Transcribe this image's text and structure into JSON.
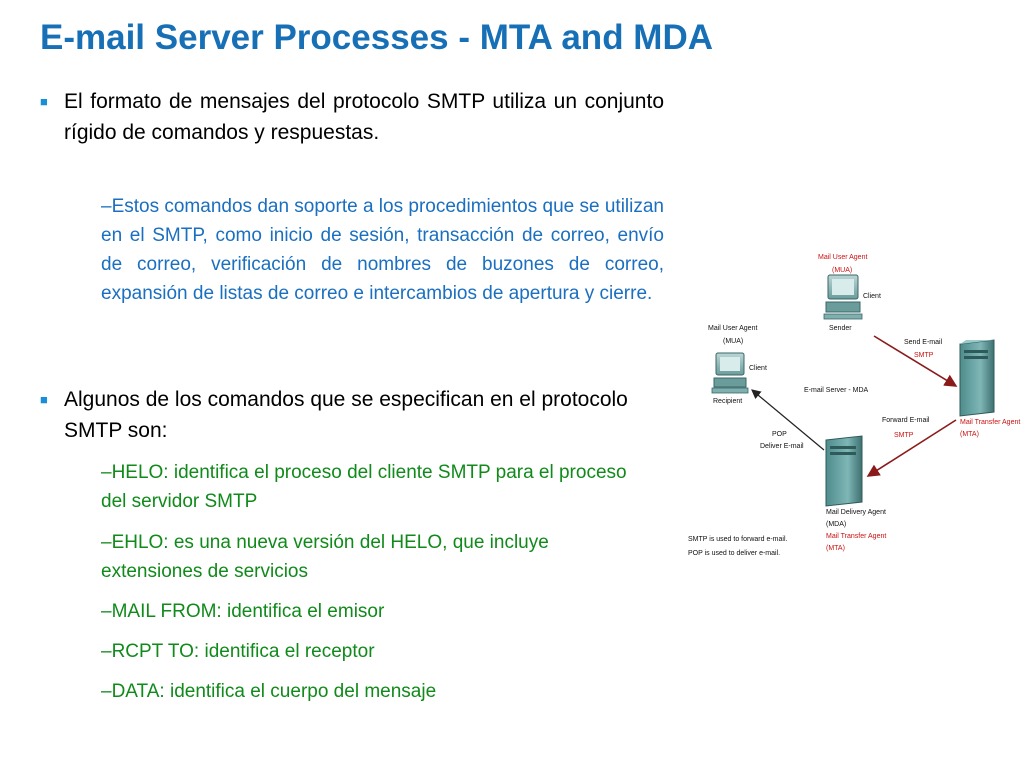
{
  "title": "E-mail Server Processes - MTA and MDA",
  "bullets": [
    {
      "text": "El formato de mensajes del protocolo SMTP utiliza un conjunto rígido de comandos y respuestas.",
      "sub": [
        "–Estos comandos dan soporte a los procedimientos que se utilizan en el SMTP, como inicio de sesión, transacción de correo, envío de correo, verificación de nombres de buzones de correo, expansión de listas de correo e intercambios de apertura y cierre."
      ]
    },
    {
      "text": "Algunos de los comandos que se especifican en el protocolo SMTP son:",
      "sub": [
        "–HELO: identifica el proceso del cliente SMTP para el proceso del servidor SMTP",
        "–EHLO: es una nueva versión del HELO, que incluye extensiones de servicios",
        "–MAIL FROM: identifica el emisor",
        "–RCPT TO: identifica el receptor",
        "–DATA: identifica el cuerpo del mensaje"
      ]
    }
  ],
  "diagram": {
    "sender_mua_label": "Mail User Agent",
    "sender_mua_abbr": "(MUA)",
    "sender_client": "Client",
    "sender": "Sender",
    "recipient_mua_label": "Mail User Agent",
    "recipient_mua_abbr": "(MUA)",
    "recipient_client": "Client",
    "recipient": "Recipient",
    "send_email": "Send E-mail",
    "send_smtp": "SMTP",
    "server_label": "E-mail Server - MDA",
    "mta_label": "Mail Transfer Agent",
    "mta_abbr": "(MTA)",
    "forward_email": "Forward E-mail",
    "forward_smtp": "SMTP",
    "pop": "POP",
    "deliver_email": "Deliver E-mail",
    "mda_label": "Mail Delivery Agent",
    "mda_abbr": "(MDA)",
    "mda_mta_label": "Mail Transfer Agent",
    "mda_mta_abbr": "(MTA)",
    "note_line1": "SMTP is used to forward e-mail.",
    "note_line2": "POP is used to deliver e-mail."
  },
  "colors": {
    "title": "#1770b6",
    "bullet_mark": "#1a8fd8",
    "sub_blue": "#1a6fc0",
    "sub_green": "#108a1a",
    "diagram_red": "#cc1111",
    "arrow_red": "#8b1a1a",
    "device_teal": "#5f9e9e"
  },
  "icons": {
    "bullet": "square-bullet",
    "computer": "computer-icon",
    "server": "server-icon"
  }
}
